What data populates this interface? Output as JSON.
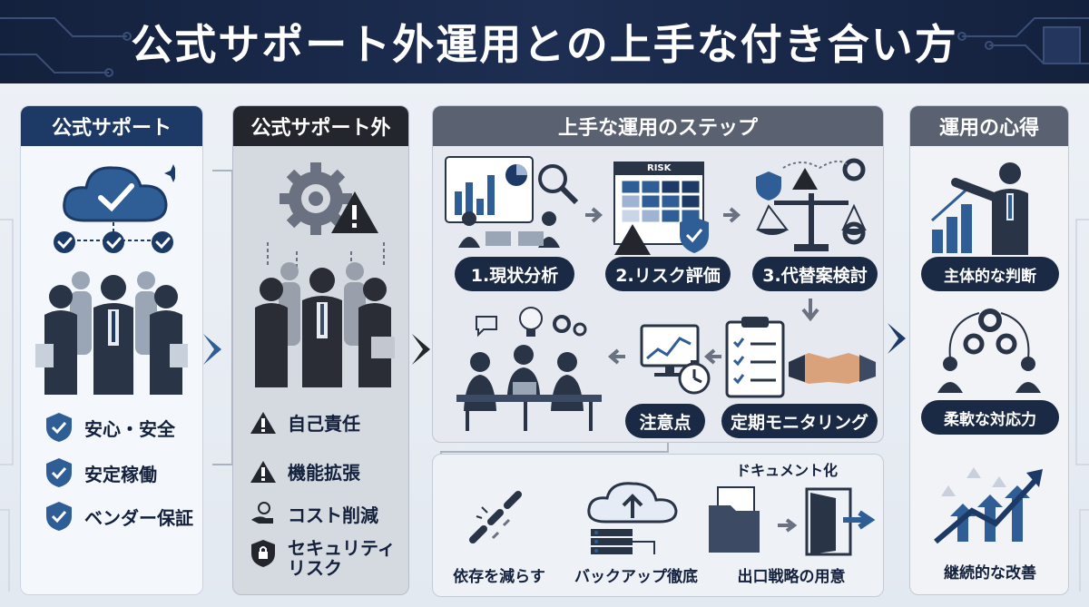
{
  "title": "公式サポート外運用との上手な付き合い方",
  "official": {
    "header": "公式サポート",
    "items": [
      "安心・安全",
      "安定稼働",
      "ベンダー保証"
    ]
  },
  "unofficial": {
    "header": "公式サポート外",
    "items": [
      "自己責任",
      "機能拡張",
      "コスト削減",
      "セキュリティ\nリスク"
    ]
  },
  "steps": {
    "header": "上手な運用のステップ",
    "risk_label": "RISK",
    "step1": "1.現状分析",
    "step2": "2.リスク評価",
    "step3": "3.代替案検討",
    "monitoring": "定期モニタリング",
    "caution": "注意点"
  },
  "caution_items": {
    "reduce": "依存を減らす",
    "backup": "バックアップ徹底",
    "doc_title": "ドキュメント化",
    "exit": "出口戦略の用意"
  },
  "mindset": {
    "header": "運用の心得",
    "items": [
      "主体的な判断",
      "柔軟な対応力",
      "継続的な改善"
    ]
  },
  "colors": {
    "navy": "#1d3a66",
    "dark": "#23262d",
    "gray": "#5a6170",
    "accent": "#3b6fb3"
  }
}
